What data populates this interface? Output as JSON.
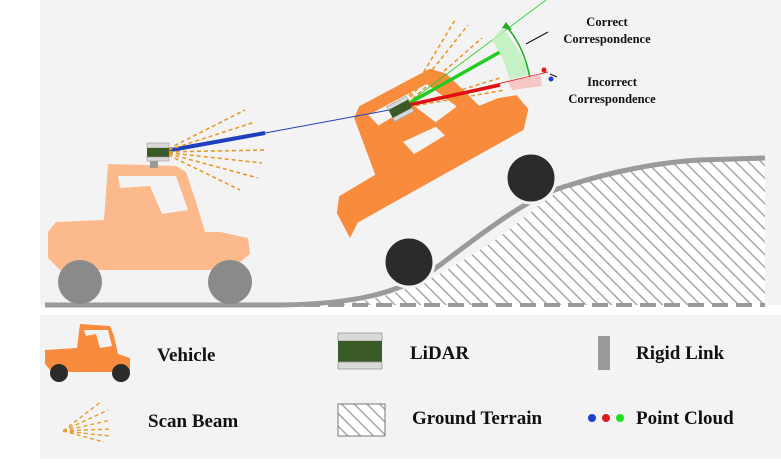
{
  "annotations": {
    "correct": [
      "Correct",
      "Correspondence"
    ],
    "incorrect": [
      "Incorrect",
      "Correspondence"
    ]
  },
  "legend": {
    "vehicle": "Vehicle",
    "lidar": "LiDAR",
    "rigid_link": "Rigid Link",
    "scan_beam": "Scan Beam",
    "ground_terrain": "Ground Terrain",
    "point_cloud": "Point Cloud"
  },
  "colors": {
    "vehicle_orange": "#f88b3c",
    "vehicle_faded": "#fbb98c",
    "wheel_dark": "#2b2b2b",
    "wheel_gray": "#8a8a8a",
    "lidar_green": "#3a5a26",
    "beam_orange": "#e69a2a",
    "link_blue": "#1f3fbf",
    "correct_green": "#22cc22",
    "incorrect_red": "#dd1111",
    "terrain_gray": "#9a9a9a",
    "point_blue": "#1b3fd6",
    "point_red": "#e01b1b",
    "point_green": "#22e022"
  }
}
